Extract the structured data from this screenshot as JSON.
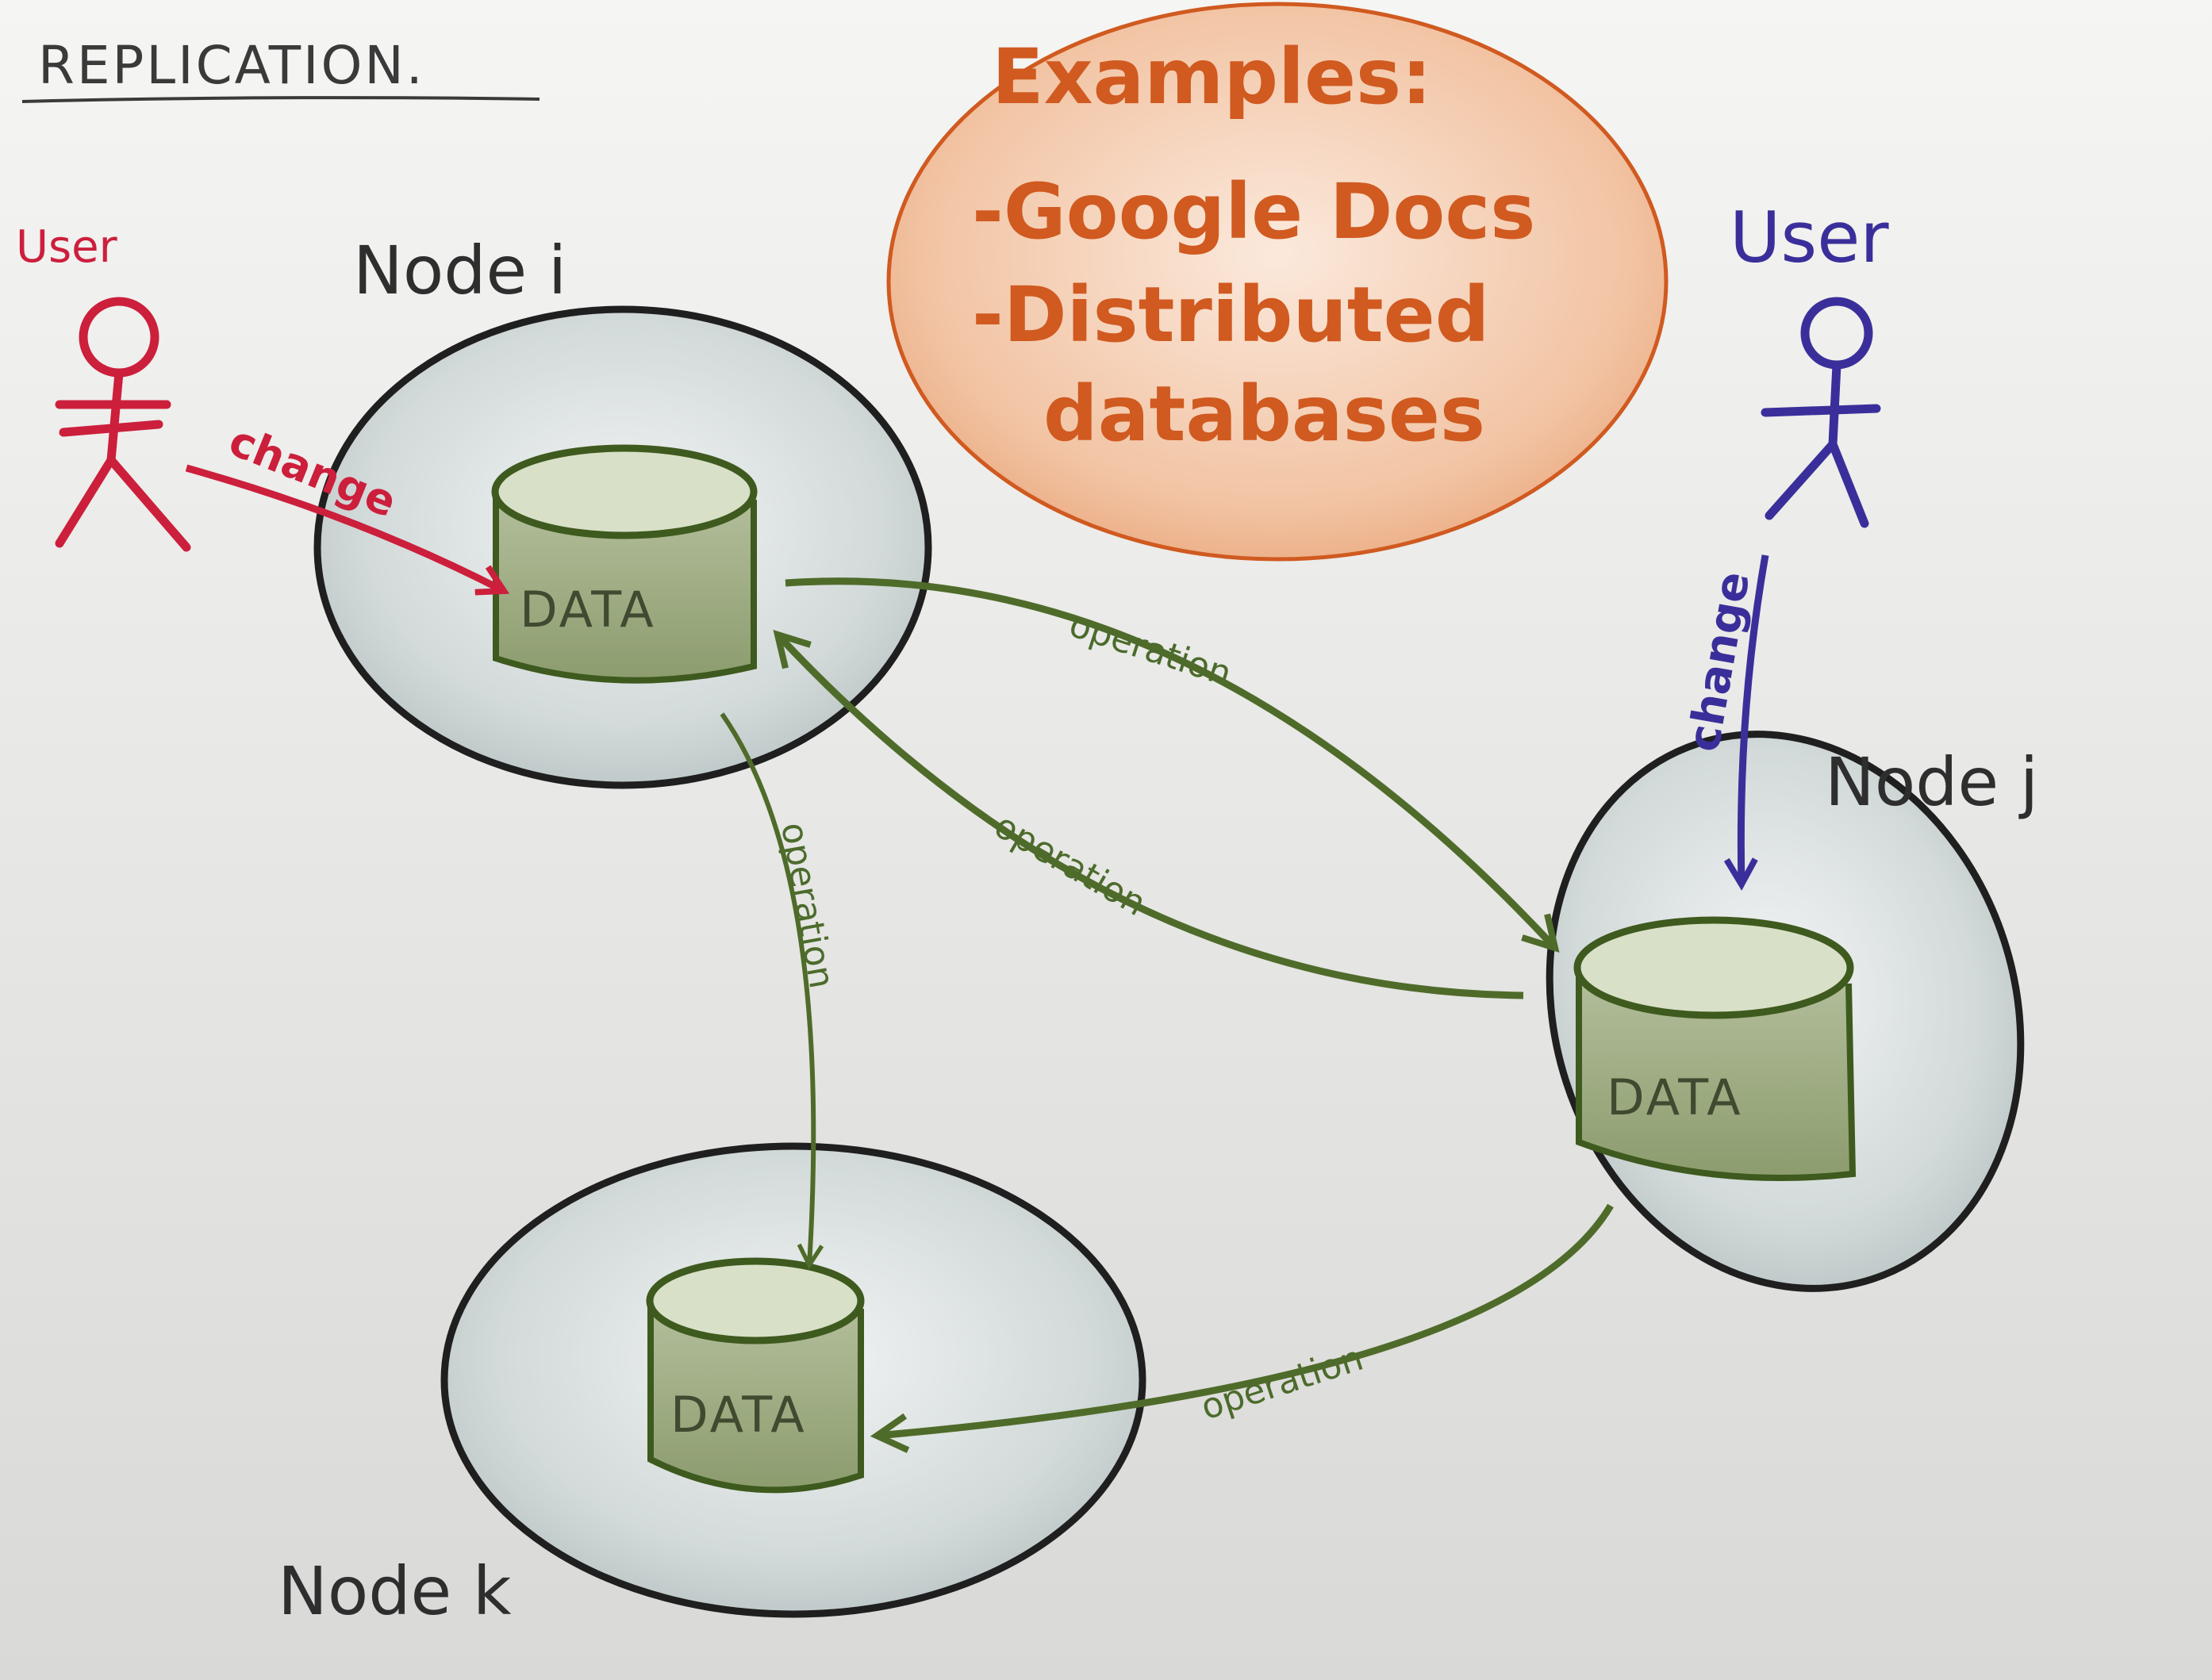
{
  "title": "REPLICATION.",
  "examples": {
    "heading": "Examples:",
    "items": [
      "-Google Docs",
      "-Distributed",
      "databases"
    ]
  },
  "users": {
    "left": {
      "label": "User",
      "change_label": "change",
      "color": "#cc1f3c"
    },
    "right": {
      "label": "User",
      "change_label": "change",
      "color": "#3a2f9a"
    }
  },
  "nodes": {
    "i": {
      "label": "Node i",
      "data_label": "DATA"
    },
    "j": {
      "label": "Node j",
      "data_label": "DATA"
    },
    "k": {
      "label": "Node k",
      "data_label": "DATA"
    }
  },
  "operations": {
    "i_to_j": "operation",
    "j_to_i": "operation",
    "i_to_k": "operation",
    "j_to_k": "operation"
  },
  "colors": {
    "operation_arrow": "#4f6b2a",
    "node_outline": "#1f1f1f",
    "node_fill": "#cfd6d6",
    "cylinder_fill": "#9aa97f",
    "examples_fill": "#f3c3a4",
    "examples_stroke": "#d05a20"
  }
}
